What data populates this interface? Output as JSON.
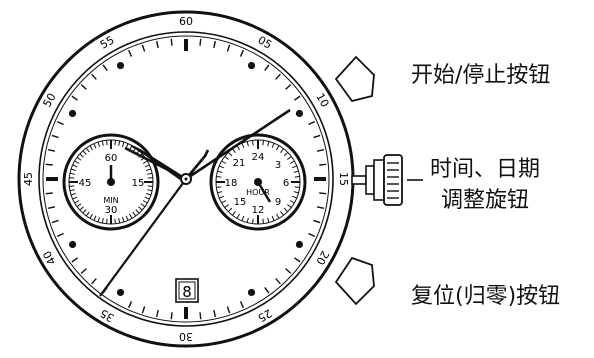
{
  "watch": {
    "bezel_numbers": [
      "60",
      "05",
      "10",
      "15",
      "20",
      "25",
      "30",
      "35",
      "40",
      "45",
      "50",
      "55"
    ],
    "subdial_left": {
      "name": "MIN",
      "numbers": [
        "60",
        "15",
        "30",
        "45"
      ]
    },
    "subdial_right": {
      "name": "HOUR",
      "numbers": [
        "24",
        "3",
        "6",
        "9",
        "12",
        "15",
        "18",
        "21"
      ]
    },
    "date_window": "8"
  },
  "labels": {
    "start_stop": "开始/停止按钮",
    "crown_line1": "时间、日期",
    "crown_line2": "调整旋钮",
    "reset": "复位(归零)按钮"
  },
  "colors": {
    "ink": "#111111",
    "background": "#ffffff"
  }
}
